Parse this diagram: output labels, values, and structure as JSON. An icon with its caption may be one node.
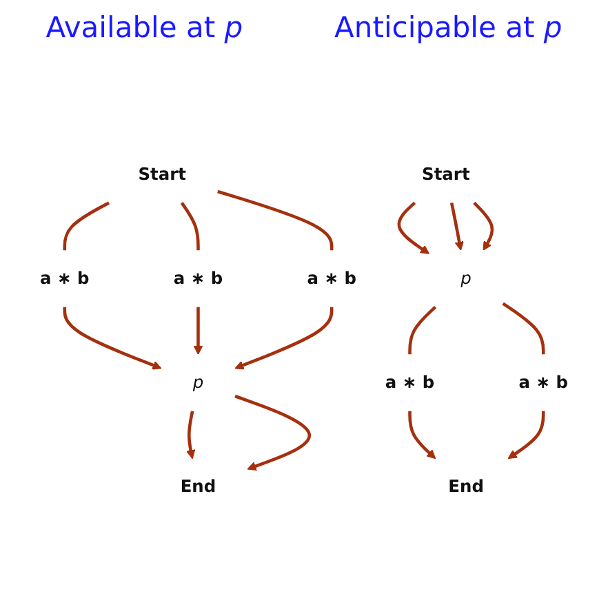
{
  "diagram": {
    "nodes": [
      {
        "text": [
          "Start"
        ]
      },
      {
        "text": [
          "a ∗ b"
        ]
      },
      {
        "text": [
          "a ∗ b"
        ]
      },
      {
        "text": [
          "a ∗ b"
        ]
      },
      {
        "text": [
          "p"
        ]
      },
      {
        "text": [
          "End"
        ]
      },
      {
        "text": [
          "Start"
        ]
      },
      {
        "text": [
          "p"
        ]
      },
      {
        "text": [
          "a ∗ b"
        ]
      },
      {
        "text": [
          "a ∗ b"
        ]
      },
      {
        "text": [
          "End"
        ]
      }
    ],
    "edges": [
      {
        "from": 0,
        "to": 1,
        "arrow": "none"
      },
      {
        "from": 1,
        "to": 4,
        "arrow": "to"
      },
      {
        "from": 0,
        "to": 2,
        "arrow": "none"
      },
      {
        "from": 2,
        "to": 4,
        "arrow": "to"
      },
      {
        "from": 0,
        "to": 3,
        "arrow": "none"
      },
      {
        "from": 3,
        "to": 4,
        "arrow": "to"
      },
      {
        "from": 4,
        "to": 5,
        "arrow": "to"
      },
      {
        "from": 4,
        "to": 5,
        "arrow": "to"
      },
      {
        "from": 6,
        "to": 7,
        "arrow": "to"
      },
      {
        "from": 6,
        "to": 7,
        "arrow": "to"
      },
      {
        "from": 6,
        "to": 7,
        "arrow": "to"
      },
      {
        "from": 7,
        "to": 8,
        "arrow": "none"
      },
      {
        "from": 8,
        "to": 10,
        "arrow": "to"
      },
      {
        "from": 7,
        "to": 9,
        "arrow": "none"
      },
      {
        "from": 9,
        "to": 10,
        "arrow": "to"
      }
    ],
    "labels": [
      "Available at *p*",
      "Anticipable at *p*"
    ]
  }
}
